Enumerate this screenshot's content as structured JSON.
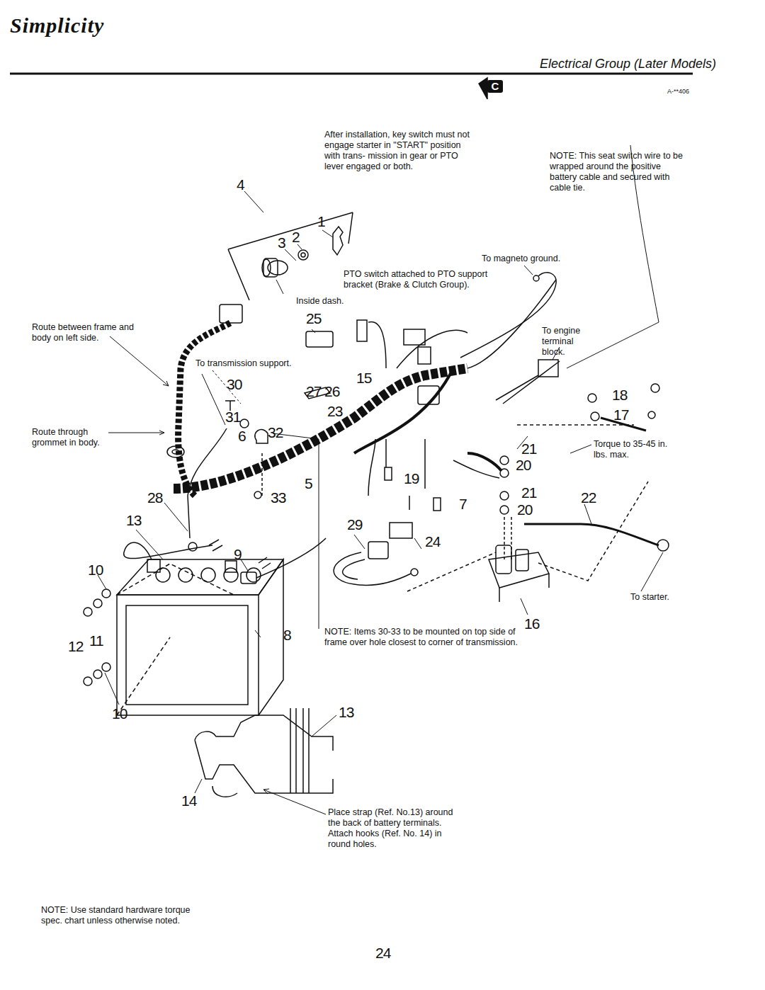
{
  "diagram": {
    "title": "Electrical Group (Later Models)",
    "labels": [
      "Simplicity",
      "A-**406",
      "After installation, key switch must not engage starter in \"START\" position with trans- mission in gear or PTO lever engaged or both.",
      "C",
      "NOTE: This seat switch wire to be wrapped around the positive battery cable and secured with cable tie.",
      "4",
      "1",
      "3",
      "2",
      "To magneto ground.",
      "PTO switch attached to PTO support bracket (Brake & Clutch Group).",
      "Inside dash.",
      "25",
      "Route between frame and body on left side.",
      "To engine terminal block.",
      "To transmission support.",
      "30",
      "27",
      "26",
      "15",
      "23",
      "18",
      "17",
      "31",
      "32",
      "6",
      "Route through grommet in body.",
      "21",
      "20",
      "Torque to 35-45 in. lbs. max.",
      "5",
      "19",
      "7",
      "21",
      "22",
      "28",
      "33",
      "13",
      "20",
      "29",
      "9",
      "24",
      "10",
      "To starter.",
      "16",
      "12",
      "11",
      "8",
      "NOTE: Items 30-33 to be mounted on top side of frame over hole closest to corner of transmission.",
      "10",
      "13",
      "14",
      "Place strap (Ref. No.13) around the back of battery terminals. Attach hooks (Ref. No. 14) in round holes.",
      "NOTE: Use standard hardware torque spec. chart unless otherwise noted.",
      "24"
    ]
  }
}
